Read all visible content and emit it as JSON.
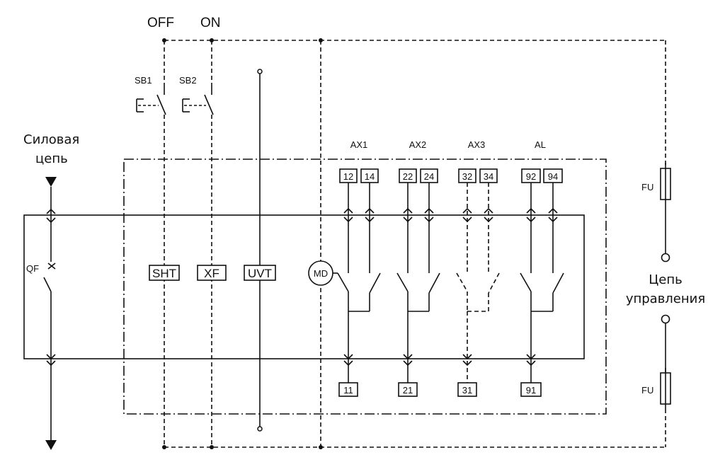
{
  "top_labels": {
    "off": "OFF",
    "on": "ON"
  },
  "power_circuit": {
    "line1": "Силовая",
    "line2": "цепь"
  },
  "control_circuit": {
    "line1": "Цепь",
    "line2": "управления"
  },
  "buttons": {
    "sb1": "SB1",
    "sb2": "SB2"
  },
  "breaker": "QF",
  "fuse_label": "FU",
  "modules": {
    "sht": "SHT",
    "xf": "XF",
    "uvt": "UVT",
    "md": "MD"
  },
  "contact_groups": [
    {
      "name": "AX1",
      "top": [
        "12",
        "14"
      ],
      "bottom": "11"
    },
    {
      "name": "AX2",
      "top": [
        "22",
        "24"
      ],
      "bottom": "21"
    },
    {
      "name": "AX3",
      "top": [
        "32",
        "34"
      ],
      "bottom": "31"
    },
    {
      "name": "AL",
      "top": [
        "92",
        "94"
      ],
      "bottom": "91"
    }
  ]
}
